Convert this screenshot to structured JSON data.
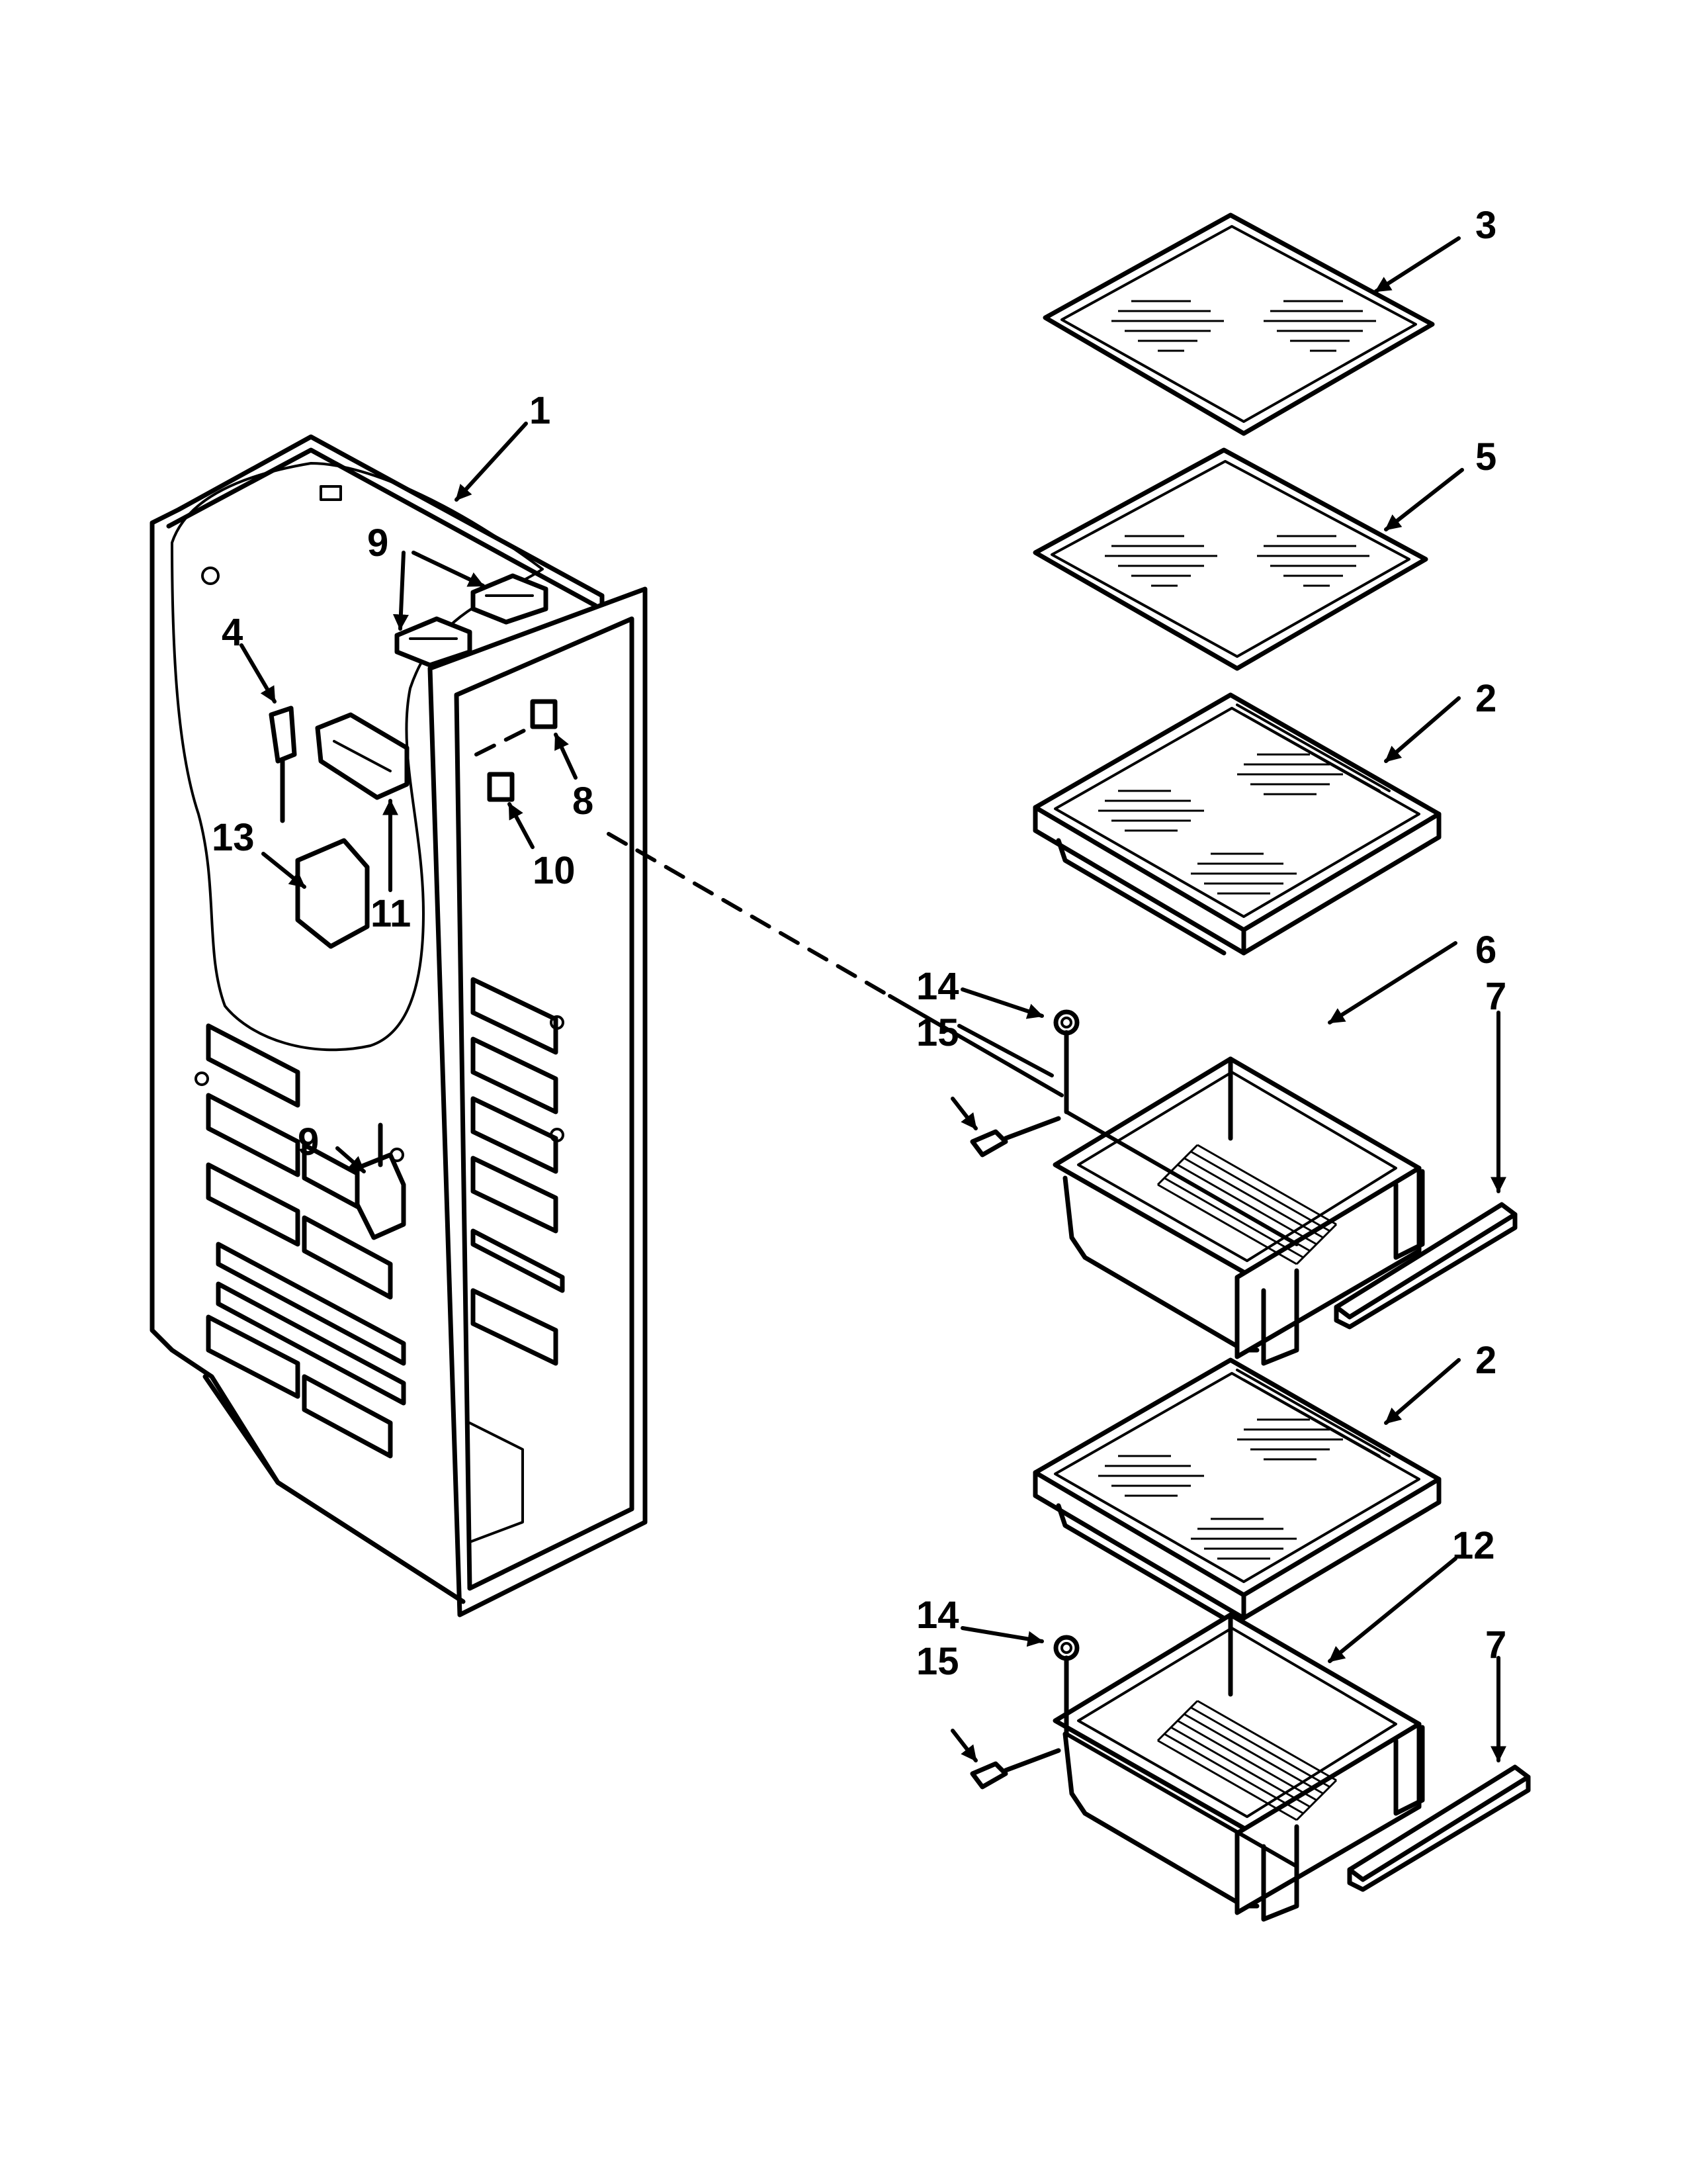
{
  "callouts": {
    "c1": "1",
    "c2a": "2",
    "c2b": "2",
    "c3": "3",
    "c4": "4",
    "c5": "5",
    "c6": "6",
    "c7a": "7",
    "c7b": "7",
    "c8": "8",
    "c9a": "9",
    "c9b": "9",
    "c10": "10",
    "c11": "11",
    "c12": "12",
    "c13": "13",
    "c14a": "14",
    "c14b": "14",
    "c15a": "15",
    "c15b": "15"
  }
}
